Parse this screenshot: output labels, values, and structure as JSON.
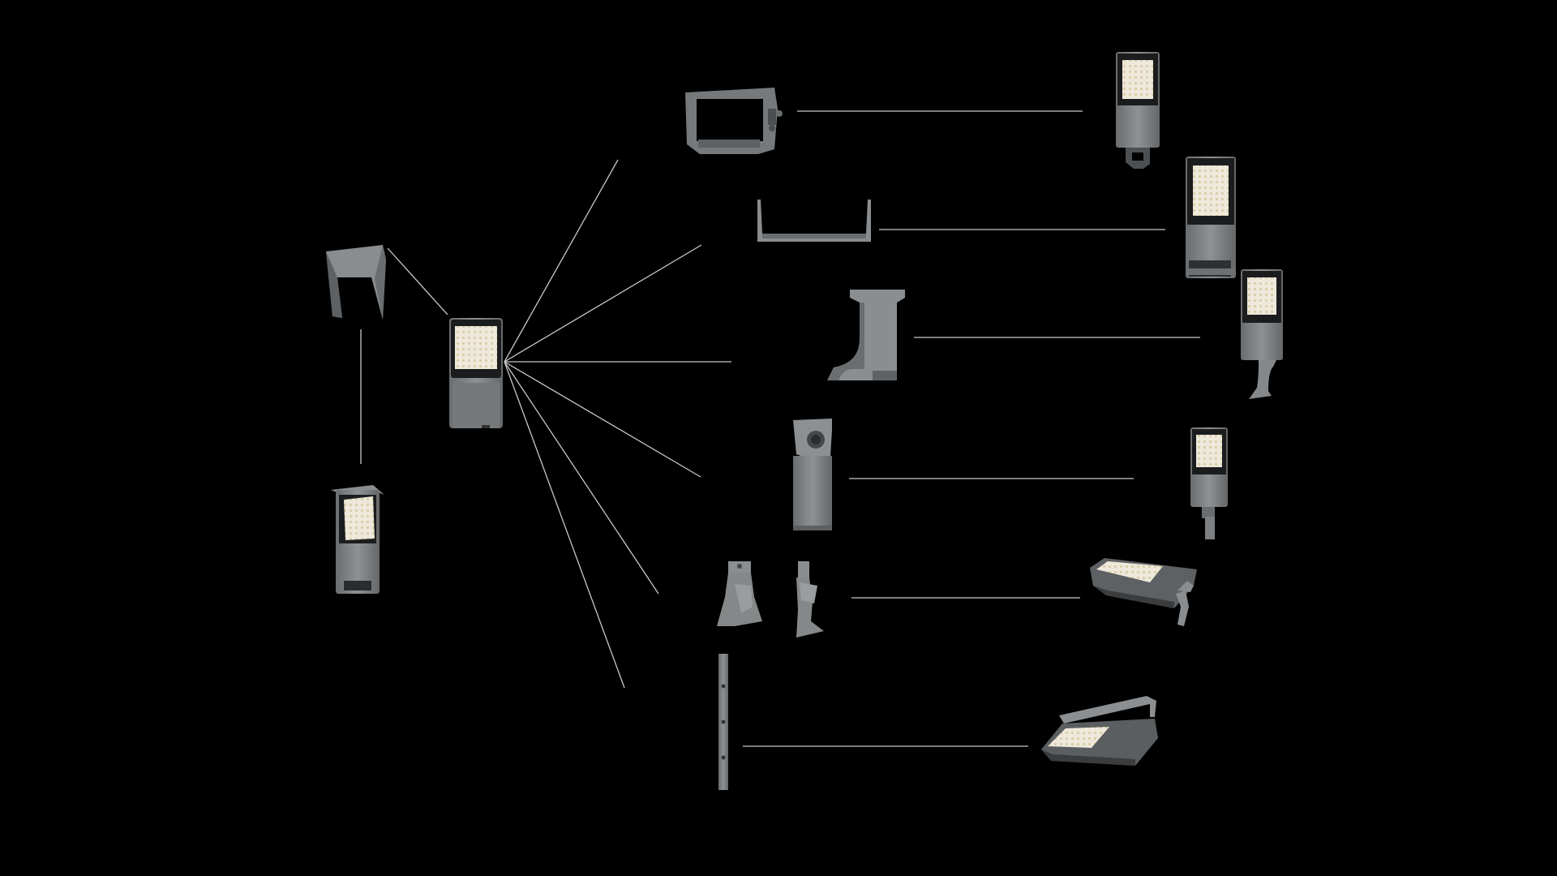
{
  "diagram": {
    "background_color": "#000000",
    "line_color": "#c8c8c8",
    "central_product": "floodlight",
    "accessories": [
      {
        "name": "yoke-bracket",
        "result": "floodlight-with-yoke"
      },
      {
        "name": "u-bracket",
        "result": "floodlight-with-u-bracket"
      },
      {
        "name": "wall-arm-bracket",
        "result": "floodlight-with-arm"
      },
      {
        "name": "slip-fitter-adapter",
        "result": "floodlight-with-slip-fitter"
      },
      {
        "name": "tilt-mount-brackets",
        "result": "floodlight-tilted"
      },
      {
        "name": "pole-strap-bar",
        "result": "floodlight-with-yoke-tilted"
      },
      {
        "name": "glare-shield",
        "result": "floodlight-with-glare-shield"
      }
    ]
  }
}
